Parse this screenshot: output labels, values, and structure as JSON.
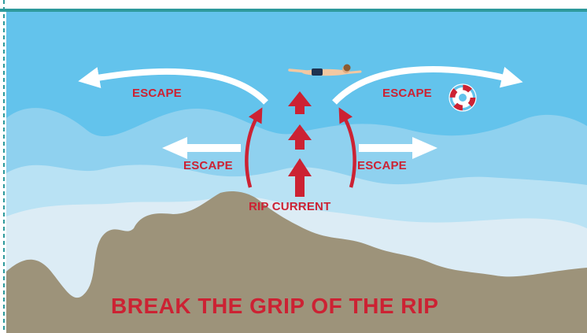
{
  "colors": {
    "frame": "#2e9a9c",
    "sky_water": "#63c3ec",
    "mid_water": "#8fd1ef",
    "light_water": "#b9e2f4",
    "surf_foam": "#dcecf5",
    "sand": "#9d937a",
    "accent_red": "#cc2233",
    "arrow_white": "#ffffff"
  },
  "labels": {
    "escape_top_left": "ESCAPE",
    "escape_top_right": "ESCAPE",
    "escape_mid_left": "ESCAPE",
    "escape_mid_right": "ESCAPE",
    "rip_current": "RIP CURRENT"
  },
  "headline": "BREAK THE GRIP OF THE RIP",
  "icons": {
    "swimmer": "swimmer-icon",
    "life_ring": "life-ring-icon",
    "escape_arrow": "escape-arrow-icon",
    "current_arrow": "current-arrow-icon"
  }
}
